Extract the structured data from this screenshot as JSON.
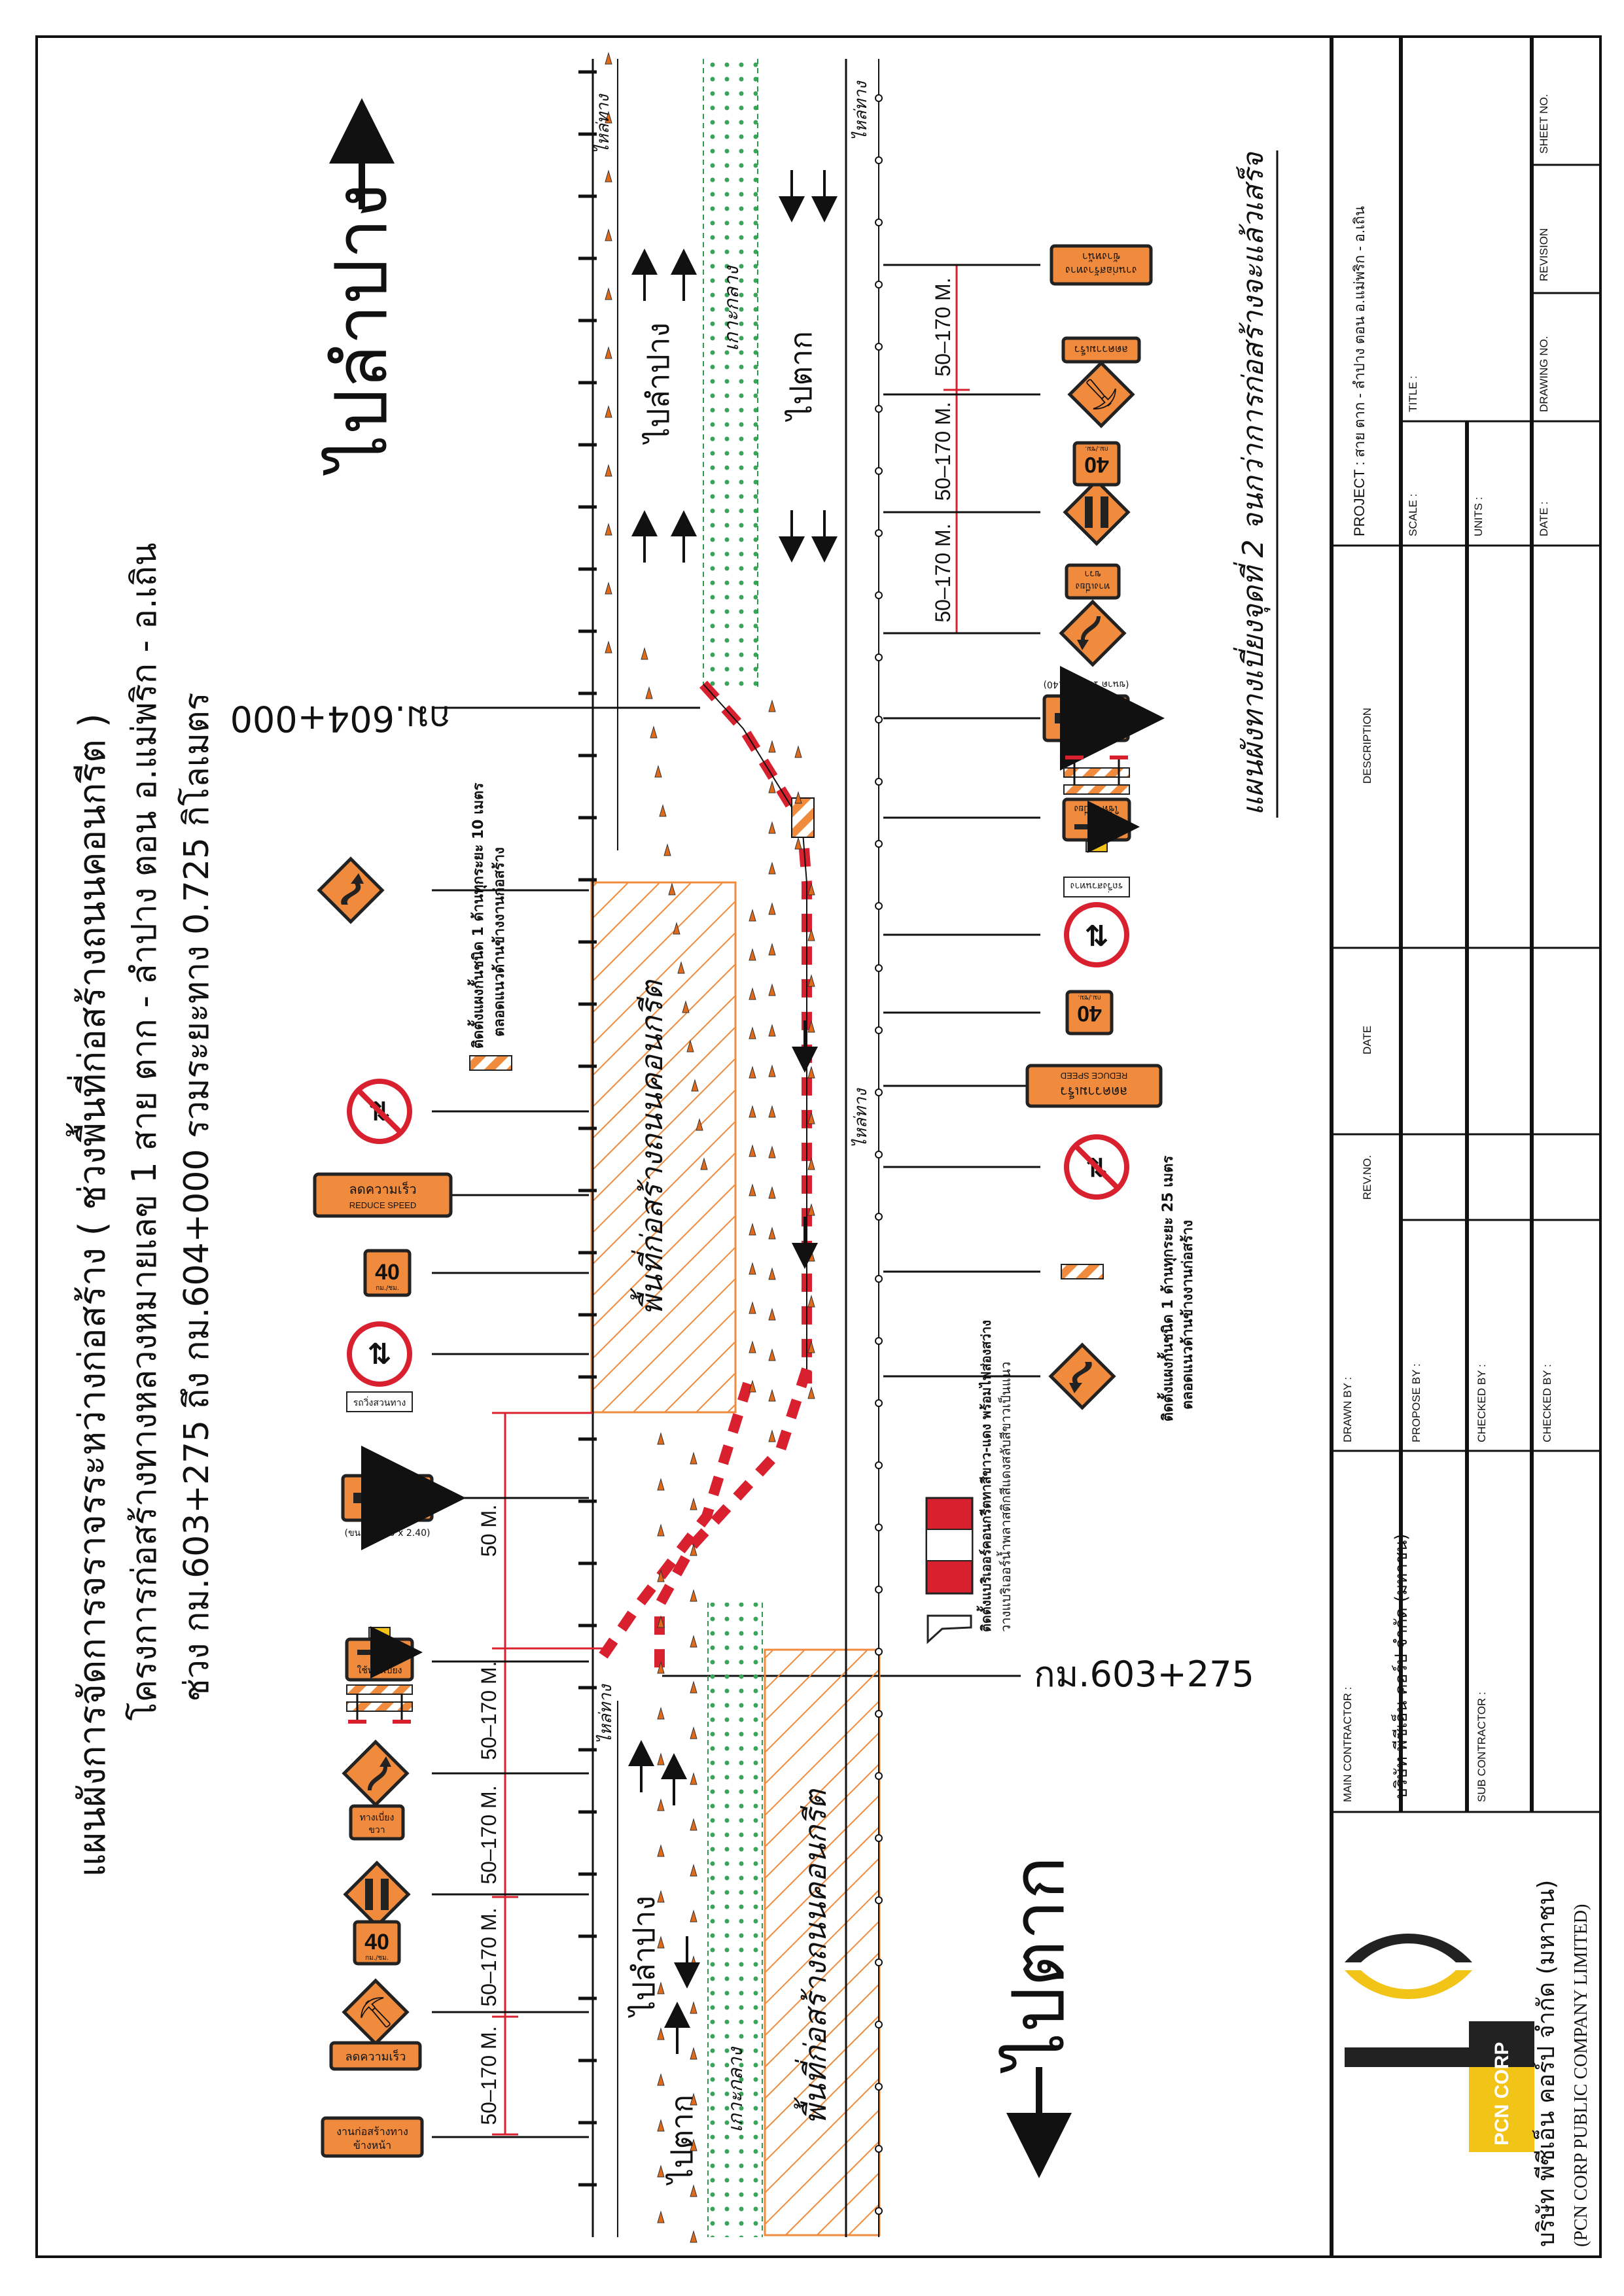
{
  "title": {
    "line1": "แผนผังการจัดการจราจรระหว่างก่อสร้าง ( ช่วงพื้นที่ก่อสร้างถนนคอนกรีต )",
    "line2": "โครงการก่อสร้างทางหลวงหมายเลข 1 สาย ตาก - ลำปาง ตอน อ.แม่พริก - อ.เถิน",
    "line3": "ช่วง กม.603+275 ถึง กม.604+000 รวมระยะทาง 0.725 กิโลเมตร"
  },
  "directions": {
    "to_lampang": "ไปลำปาง",
    "to_tak": "ไปตาก"
  },
  "stations": {
    "end": "กม.604+000",
    "start": "กม.603+275"
  },
  "road": {
    "construction_area": "พื้นที่ก่อสร้างถนนคอนกรีต",
    "median": "เกาะกลาง",
    "shoulder": "ไหล่ทาง",
    "lane_lampang": "ไปลำปาง",
    "lane_tak": "ไปตาก"
  },
  "dimensions": {
    "left": [
      "50 M.",
      "50–170 M.",
      "50–170 M.",
      "50–170 M.",
      "50–170 M."
    ],
    "right": [
      "50–170 M.",
      "50–170 M.",
      "50–170 M."
    ]
  },
  "notes": {
    "barricade_10m_1": "ติดตั้งแผงกั้นชนิด 1 ด้านทุกระยะ 10 เมตร",
    "barricade_10m_2": "ตลอดแนวด้านข้างงานก่อสร้าง",
    "barricade_25m_1": "ติดตั้งแผงกั้นชนิด 1 ด้านทุกระยะ 25 เมตร",
    "barricade_25m_2": "ตลอดแนวด้านข้างงานก่อสร้าง",
    "barrier_1": "ติดตั้งแบริเออร์คอนกรีตทาสีขาว-แดง พร้อมไฟส่องสว่าง",
    "barrier_2": "วางแบริเออร์น้ำพลาสติกสีแดงสลับสีขาวเป็นแนว"
  },
  "caption": "แผนผังทางเบี่ยงจุดที่ 2 จนกว่าการก่อสร้างจะแล้วเสร็จ",
  "signs": {
    "construction_ahead_1": "งานก่อสร้างทาง",
    "construction_ahead_2": "ข้างหน้า",
    "slow_down": "ลดความเร็ว",
    "reduce_speed_en": "REDUCE SPEED",
    "speed": "40",
    "speed_unit": "กม./ชม.",
    "detour_right_1": "ทางเบี่ยง",
    "detour_right_2": "ขวา",
    "use_detour": "ใช้ทางเบี่ยง",
    "arrow_size": "(ขนาด 1.20 x 2.40)",
    "two_way": "รถวิ่งสวนทาง"
  },
  "title_block": {
    "main_contractor_label": "MAIN CONTRACTOR :",
    "main_contractor": "บริษัท พีซีเอ็น คอร์ป จำกัด (มหาชน)",
    "sub_contractor_label": "SUB CONTRACTOR :",
    "drawn_by": "DRAWN BY :",
    "propose_by": "PROPOSE BY :",
    "checked_by": "CHECKED BY :",
    "rev_no": "REV.NO.",
    "date": "DATE",
    "description": "DESCRIPTION",
    "project": "PROJECT : สาย ตาก - ลำปาง ตอน อ.แม่พริก - อ.เถิน",
    "scale": "SCALE :",
    "title": "TITLE :",
    "units": "UNITS :",
    "date_label": "DATE :",
    "drawing_no": "DRAWING NO.",
    "revision": "REVISION",
    "sheet_no": "SHEET NO.",
    "logo_text": "PCN CORP",
    "company_th": "บริษัท พีซีเอ็น คอร์ป จำกัด (มหาชน)",
    "company_en": "(PCN CORP PUBLIC COMPANY LIMITED)"
  },
  "colors": {
    "orange": "#f08a3c",
    "red": "#d8202f",
    "green": "#2e9a4a",
    "yellow": "#f2c418"
  }
}
